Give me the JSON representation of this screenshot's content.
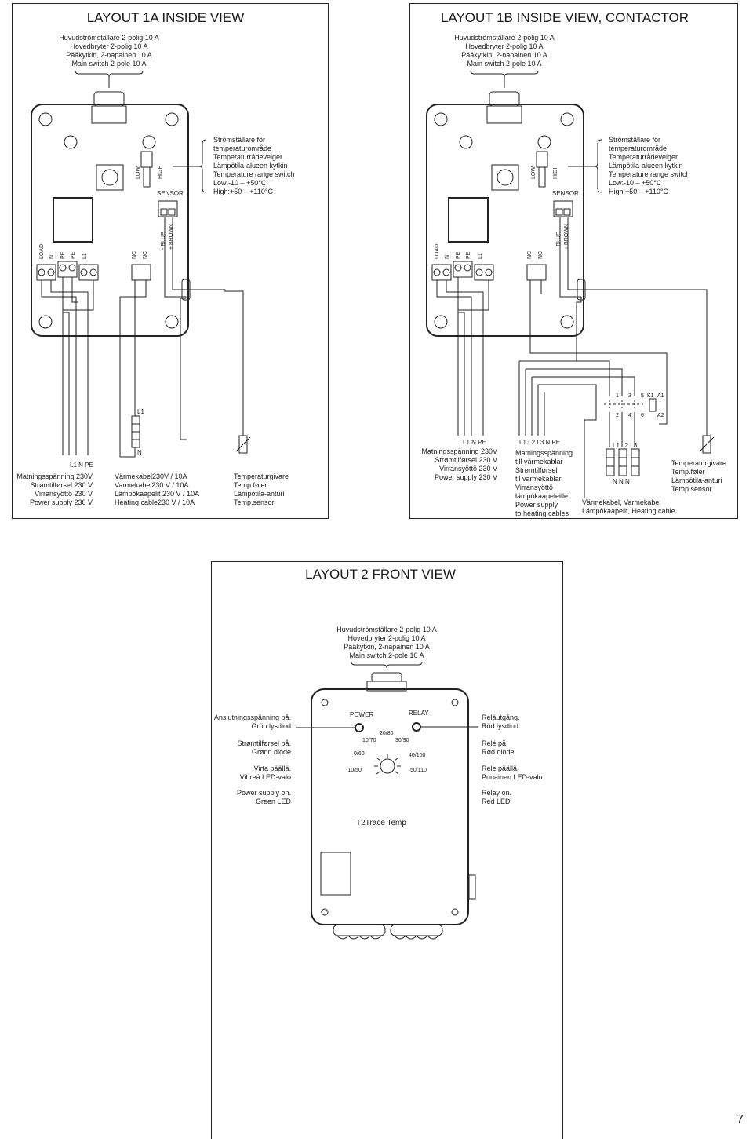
{
  "layout1a": {
    "title": "LAYOUT 1A INSIDE VIEW",
    "main_switch": [
      "Huvudströmställare 2-polig 10 A",
      "Hovedbryter 2-polig 10 A",
      "Pääkytkin, 2-napainen 10 A",
      "Main switch 2-pole 10 A"
    ],
    "range_switch": [
      "Strömställare för",
      "temperaturområde",
      "Temperaturrådevelger",
      "Lämpötila-alueen kytkin",
      "Temperature range switch",
      "Low:-10 – +50°C",
      "High:+50 – +110°C"
    ],
    "low": "LOW",
    "high": "HIGH",
    "sensor": "SENSOR",
    "blue": "- BLUE",
    "brown": "+ BROWN",
    "terminals": [
      "LOAD",
      "N",
      "PE",
      "PE",
      "L1",
      "NC",
      "NC"
    ],
    "ln_pe": "L1  N  PE",
    "l1": "L1",
    "n": "N",
    "supply": [
      "Matningsspänning 230V",
      "Strømtilførsel 230 V",
      "Virransyöttö 230 V",
      "Power supply 230 V"
    ],
    "heating_cable": [
      "Värmekabel230V / 10A",
      "Varmekabel230 V / 10A",
      "Lämpökaapelit 230 V / 10A",
      "Heating cable230 V / 10A"
    ],
    "sensor_text": [
      "Temperaturgivare",
      "Temp.føler",
      "Lämpötila-anturi",
      "Temp.sensor"
    ]
  },
  "layout1b": {
    "title": "LAYOUT 1B INSIDE VIEW, CONTACTOR",
    "main_switch": [
      "Huvudströmställare 2-polig 10 A",
      "Hovedbryter 2-polig 10 A",
      "Pääkytkin, 2-napainen 10 A",
      "Main switch 2-pole 10 A"
    ],
    "range_switch": [
      "Strömställare för",
      "temperaturområde",
      "Temperaturrådevelger",
      "Lämpötila-alueen kytkin",
      "Temperature range switch",
      "Low:-10 – +50°C",
      "High:+50 – +110°C"
    ],
    "low": "LOW",
    "high": "HIGH",
    "sensor": "SENSOR",
    "blue": "- BLUE",
    "brown": "+ BROWN",
    "terminals": [
      "LOAD",
      "N",
      "PE",
      "PE",
      "L1",
      "NC",
      "NC"
    ],
    "ln_pe": "L1  N  PE",
    "l123": "L1  L2  L3  N  PE",
    "k_labels": [
      "1",
      "3",
      "5",
      "K1",
      "A1",
      "2",
      "4",
      "6",
      "A2"
    ],
    "l1l2l3": "L1  L2  L3",
    "nnn": "N   N   N",
    "supply": [
      "Matningsspänning 230V",
      "Strømtilførsel 230 V",
      "Virransyöttö 230 V",
      "Power supply 230 V"
    ],
    "supply_heating": [
      "Matningsspänning",
      "till värmekablar",
      "Strømtilførsel",
      "til varmekablar",
      "Virransyöttö",
      "lämpökaapeleille",
      "Power supply",
      "to heating cables"
    ],
    "heating_cable": [
      "Värmekabel, Varmekabel",
      "Lämpökaapelit, Heating cable"
    ],
    "sensor_text": [
      "Temperaturgivare",
      "Temp.føler",
      "Lämpötila-anturi",
      "Temp.sensor"
    ]
  },
  "layout2": {
    "title": "LAYOUT 2 FRONT VIEW",
    "main_switch": [
      "Huvudströmställare 2-polig 10 A",
      "Hovedbryter 2-polig 10 A",
      "Pääkytkin, 2-napainen 10 A",
      "Main switch 2-pole 10 A"
    ],
    "power": "POWER",
    "relay": "RELAY",
    "dial": [
      "20/80",
      "10/70",
      "30/90",
      "0/60",
      "40/100",
      "-10/50",
      "50/110"
    ],
    "device_name": "T2Trace Temp",
    "left_text": [
      "Anslutningsspänning på.",
      "Grön lysdiod",
      "Strømtilførsel på.",
      "Grønn diode",
      "Virta päällä.",
      "Vihreä LED-valo",
      "Power supply on.",
      "Green LED"
    ],
    "right_text": [
      "Reläutgång.",
      "Röd lysdiod",
      "Relé på.",
      "Rød diode",
      "Rele päällä.",
      "Punainen LED-valo",
      "Relay on.",
      "Red LED"
    ]
  },
  "page_number": "7"
}
